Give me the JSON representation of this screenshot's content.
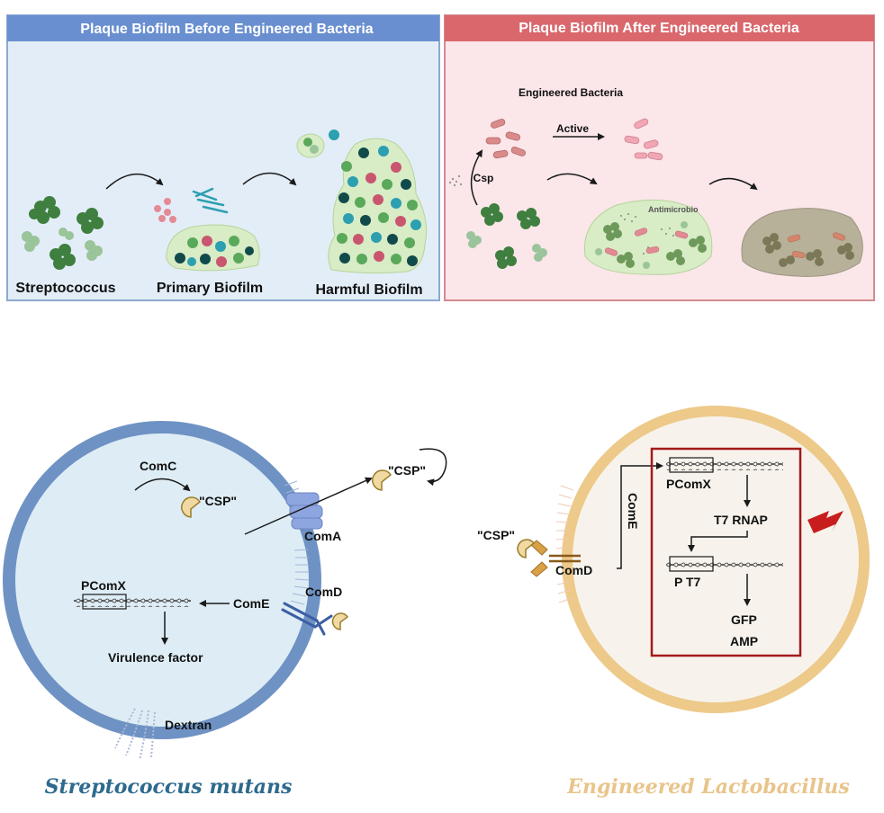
{
  "panel_before": {
    "title": "Plaque Biofilm Before Engineered Bacteria",
    "labels": [
      "Streptococcus",
      "Primary Biofilm",
      "Harmful Biofilm"
    ]
  },
  "panel_after": {
    "title": "Plaque Biofilm After Engineered Bacteria",
    "engineered_label": "Engineered Bacteria",
    "active_label": "Active",
    "csp_label": "Csp",
    "antimicrobial_label": "Antimicrobio"
  },
  "strep_cell": {
    "comc": "ComC",
    "csp_inside": "\"CSP\"",
    "csp_outside": "\"CSP\"",
    "coma": "ComA",
    "comd": "ComD",
    "come": "ComE",
    "pcomx": "PComX",
    "virulence": "Virulence factor",
    "dextran": "Dextran",
    "species": "Streptococcus mutans"
  },
  "lacto_cell": {
    "csp": "\"CSP\"",
    "comd": "ComD",
    "come": "ComE",
    "pcomx": "PComX",
    "t7rnap": "T7 RNAP",
    "pt7": "P T7",
    "gfp": "GFP",
    "amp": "AMP",
    "species": "Engineered  Lactobacillus"
  },
  "colors": {
    "blue_header": "#6a8fd0",
    "red_header": "#d9676c",
    "strep_membrane": "#6f92c4",
    "lacto_membrane": "#edc98a",
    "circuit_box": "#a31b1b",
    "strep_title": "#2e6a8e",
    "lacto_title": "#e9c48a"
  }
}
